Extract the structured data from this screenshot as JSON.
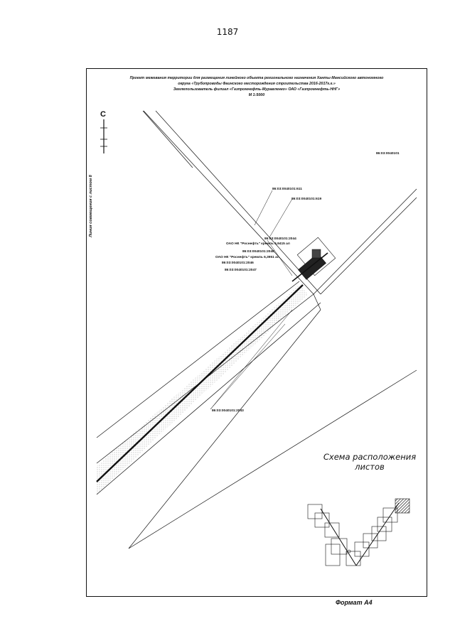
{
  "page_number": "1187",
  "title": {
    "line1": "Проект межевания территории для размещения линейного объекта регионального назначения Ханты-Мансийского автономного",
    "line2": "округа «Трубопроводы Фаинского месторождения строительства 2016-2017г.г.»",
    "line3": "Землепользователь филиал «Газпромнефть-Муравленко» ОАО «Газпромнефть-ННГ»",
    "line4": "М 1:5000"
  },
  "north_letter": "С",
  "side_label": "Линия совмещения с листом 8",
  "parcels": {
    "p_top_right": "86:03:0040101",
    "p1": "86:03:0040101:611",
    "p2": "86:03:0040101:619",
    "p3": "86:03:0040101:2044",
    "p4": "ОАО НК \"Роснефть\" кремль 6,9415 ал",
    "p5": "86:03:0040101:2048",
    "p6": "ОАО НК \"Роснефть\" кремль 6,3951 ал",
    "p7": "86:03:0040101:2046",
    "p8": "86:03:0040101:2047",
    "p9": "86:03:0040101:2043"
  },
  "scheme": {
    "title_line1": "Схема расположения",
    "title_line2": "листов"
  },
  "format_label": "Формат А4"
}
